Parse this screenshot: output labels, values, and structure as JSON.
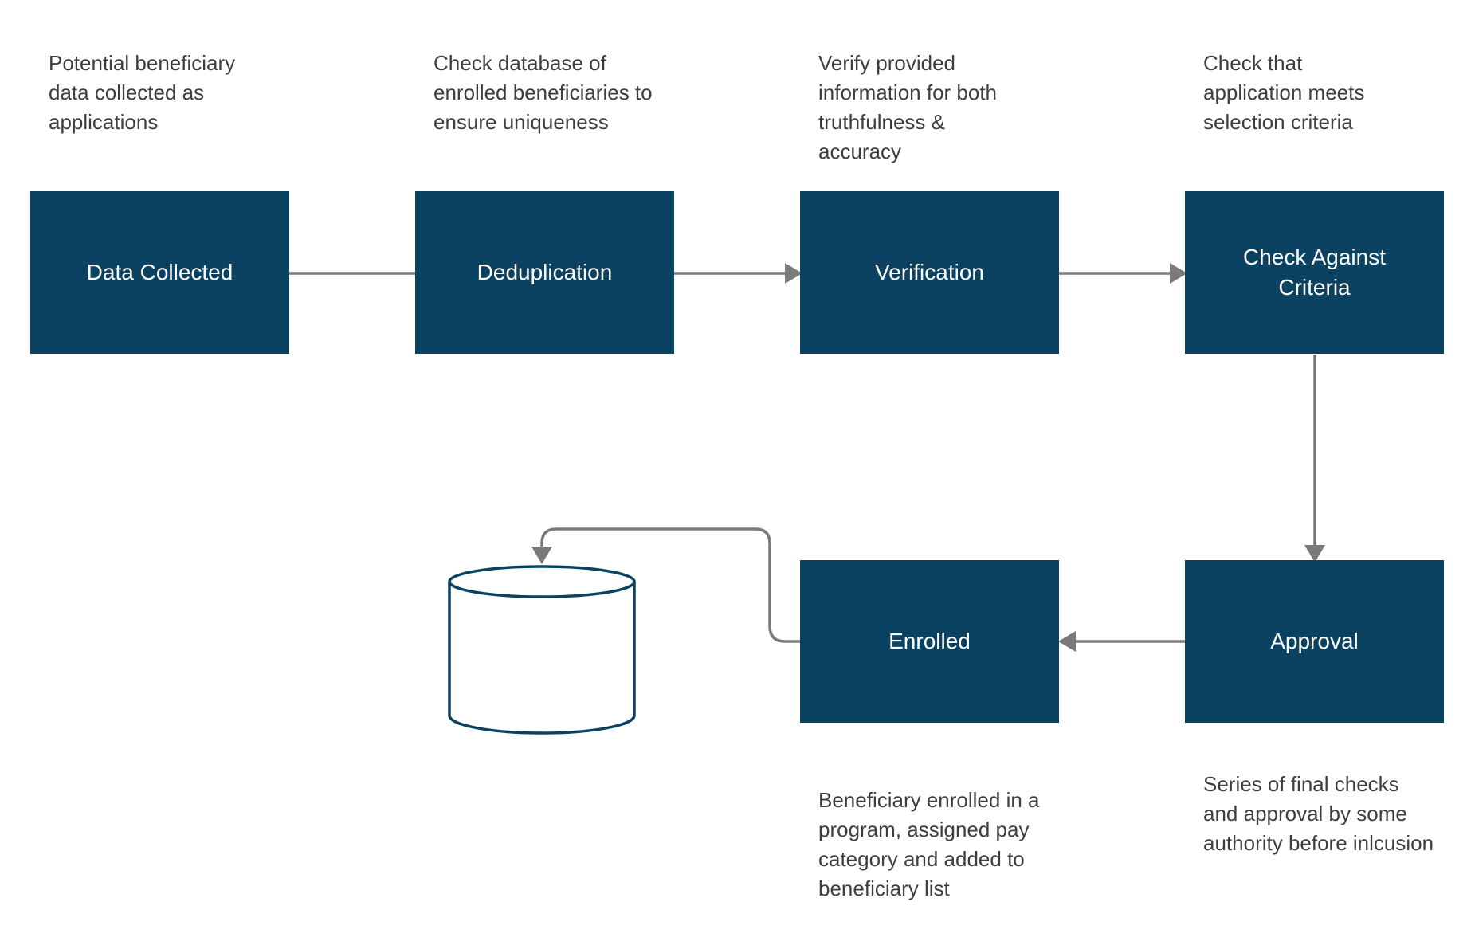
{
  "diagram": {
    "steps": [
      {
        "label": "Data Collected",
        "description": "Potential beneficiary data collected as applications"
      },
      {
        "label": "Deduplication",
        "description": "Check database of enrolled beneficiaries to ensure uniqueness"
      },
      {
        "label": "Verification",
        "description": "Verify provided information for both truthfulness & accuracy"
      },
      {
        "label": "Check Against Criteria",
        "description": "Check that application meets selection criteria"
      },
      {
        "label": "Approval",
        "description": "Series of final checks and approval by some authority before inlcusion"
      },
      {
        "label": "Enrolled",
        "description": "Beneficiary enrolled in a program, assigned pay category and added to beneficiary list"
      }
    ],
    "colors": {
      "box_fill": "#0b4262",
      "box_text": "#ffffff",
      "connector": "#7a7a7a",
      "note_text": "#3e3e3e",
      "database_stroke": "#0b4262"
    },
    "database_icon": "database-cylinder-icon"
  }
}
